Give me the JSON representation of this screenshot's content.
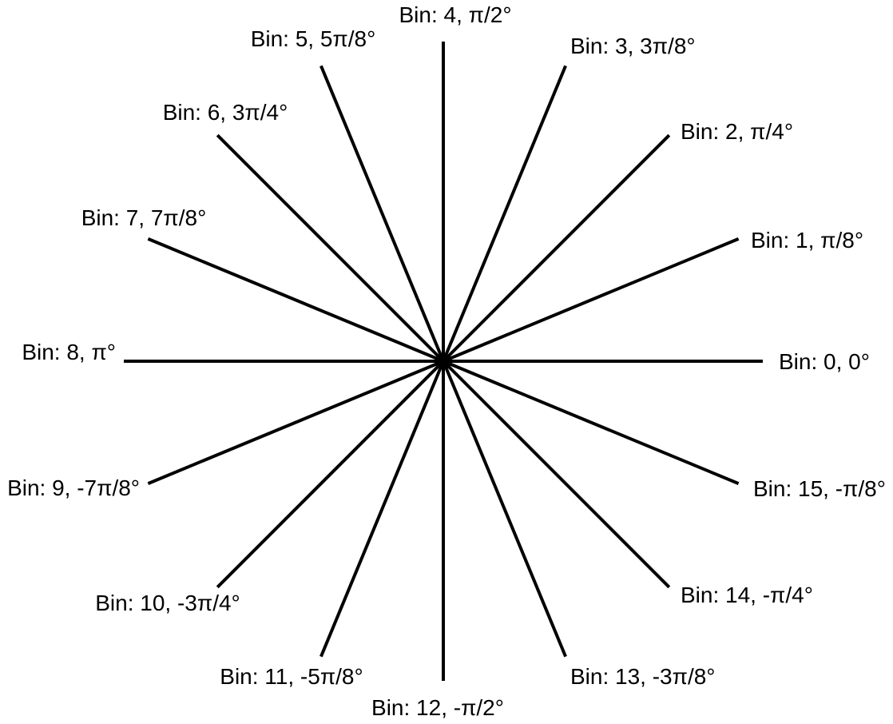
{
  "diagram": {
    "line_color": "#000000",
    "background_color": "#ffffff",
    "bins": [
      {
        "label": "Bin: 0, 0°"
      },
      {
        "label": "Bin: 1, π/8°"
      },
      {
        "label": "Bin: 2, π/4°"
      },
      {
        "label": "Bin: 3, 3π/8°"
      },
      {
        "label": "Bin: 4, π/2°"
      },
      {
        "label": "Bin: 5, 5π/8°"
      },
      {
        "label": "Bin: 6, 3π/4°"
      },
      {
        "label": "Bin: 7, 7π/8°"
      },
      {
        "label": "Bin: 8, π°"
      },
      {
        "label": "Bin: 9, -7π/8°"
      },
      {
        "label": "Bin: 10, -3π/4°"
      },
      {
        "label": "Bin: 11, -5π/8°"
      },
      {
        "label": "Bin: 12, -π/2°"
      },
      {
        "label": "Bin: 13, -3π/8°"
      },
      {
        "label": "Bin: 14, -π/4°"
      },
      {
        "label": "Bin: 15, -π/8°"
      }
    ]
  }
}
